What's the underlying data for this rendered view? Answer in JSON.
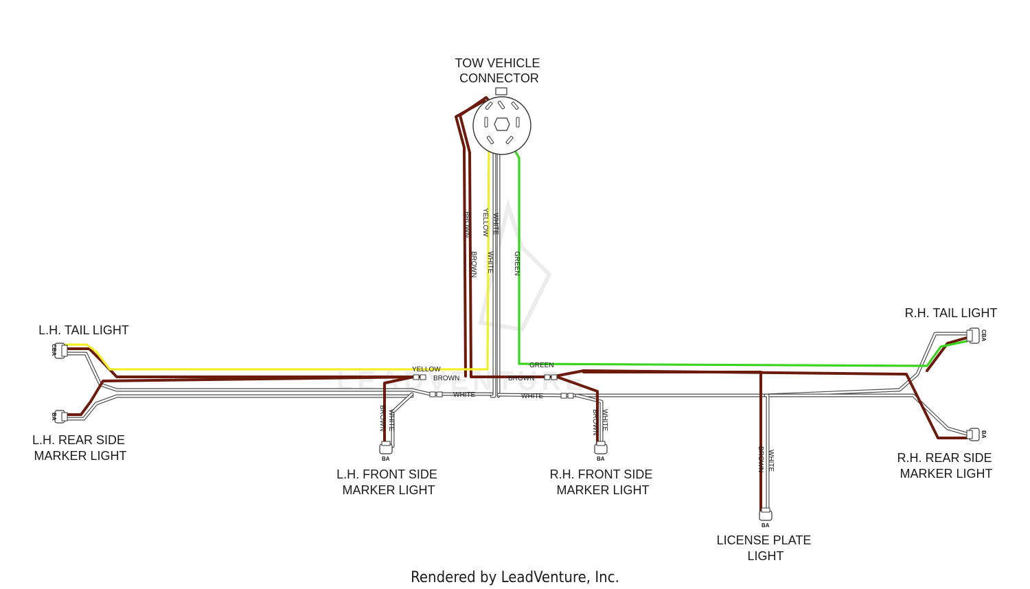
{
  "labels": {
    "tow_connector": [
      "TOW VEHICLE",
      "CONNECTOR"
    ],
    "lh_tail": [
      "L.H. TAIL LIGHT"
    ],
    "lh_rear_marker": [
      "L.H. REAR SIDE",
      "MARKER LIGHT"
    ],
    "lh_front_marker": [
      "L.H. FRONT SIDE",
      "MARKER LIGHT"
    ],
    "rh_front_marker": [
      "R.H. FRONT SIDE",
      "MARKER LIGHT"
    ],
    "license_plate": [
      "LICENSE PLATE",
      "LIGHT"
    ],
    "rh_tail": [
      "R.H. TAIL LIGHT"
    ],
    "rh_rear_marker": [
      "R.H. REAR SIDE",
      "MARKER LIGHT"
    ]
  },
  "wire_labels": {
    "brown": "BROWN",
    "yellow": "YELLOW",
    "white": "WHITE",
    "green": "GREEN"
  },
  "pins": {
    "three_pin": "CBA",
    "two_pin": "BA"
  },
  "watermark": "LEADVENTURE",
  "footer": "Rendered by LeadVenture, Inc.",
  "colors": {
    "brown": "#6b1a0c",
    "yellow": "#f0ef2a",
    "green": "#3ad41e",
    "white_outline": "#4a4a4a"
  }
}
